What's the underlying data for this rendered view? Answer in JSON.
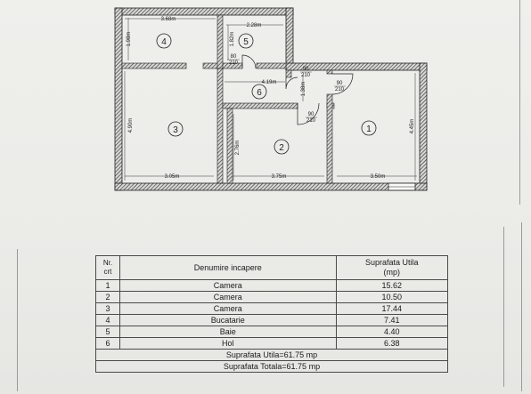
{
  "plan": {
    "dimensions": {
      "d4_width": "3.68m",
      "d4_height": "1.98m",
      "d5_width": "2.28m",
      "d5_height": "1.82m",
      "d6_width": "4.19m",
      "d6_height": "1.38m",
      "d3_height": "4.90m",
      "d3_width": "3.05m",
      "d2_height": "2.76m",
      "d2_width": "3.75m",
      "d1_width": "3.50m",
      "d1_height": "4.45m"
    },
    "doors": {
      "door_bath": [
        "80",
        "210"
      ],
      "door_hall_left": [
        "90",
        "210"
      ],
      "door_hall_right": [
        "90",
        "210"
      ],
      "door_room2": [
        "90",
        "210"
      ]
    },
    "room_numbers": {
      "r1": "1",
      "r2": "2",
      "r3": "3",
      "r4": "4",
      "r5": "5",
      "r6": "6"
    }
  },
  "table": {
    "header": {
      "nr": "Nr.",
      "crt": "crt",
      "name": "Denumire incapere",
      "area": "Suprafata Utila",
      "unit": "(mp)"
    },
    "rows": [
      {
        "nr": "1",
        "name": "Camera",
        "area": "15.62"
      },
      {
        "nr": "2",
        "name": "Camera",
        "area": "10.50"
      },
      {
        "nr": "3",
        "name": "Camera",
        "area": "17.44"
      },
      {
        "nr": "4",
        "name": "Bucatarie",
        "area": "7.41"
      },
      {
        "nr": "5",
        "name": "Baie",
        "area": "4.40"
      },
      {
        "nr": "6",
        "name": "Hol",
        "area": "6.38"
      }
    ],
    "total_useful": "Suprafata Utila=61.75 mp",
    "total_overall": "Suprafata Totala=61.75 mp"
  }
}
